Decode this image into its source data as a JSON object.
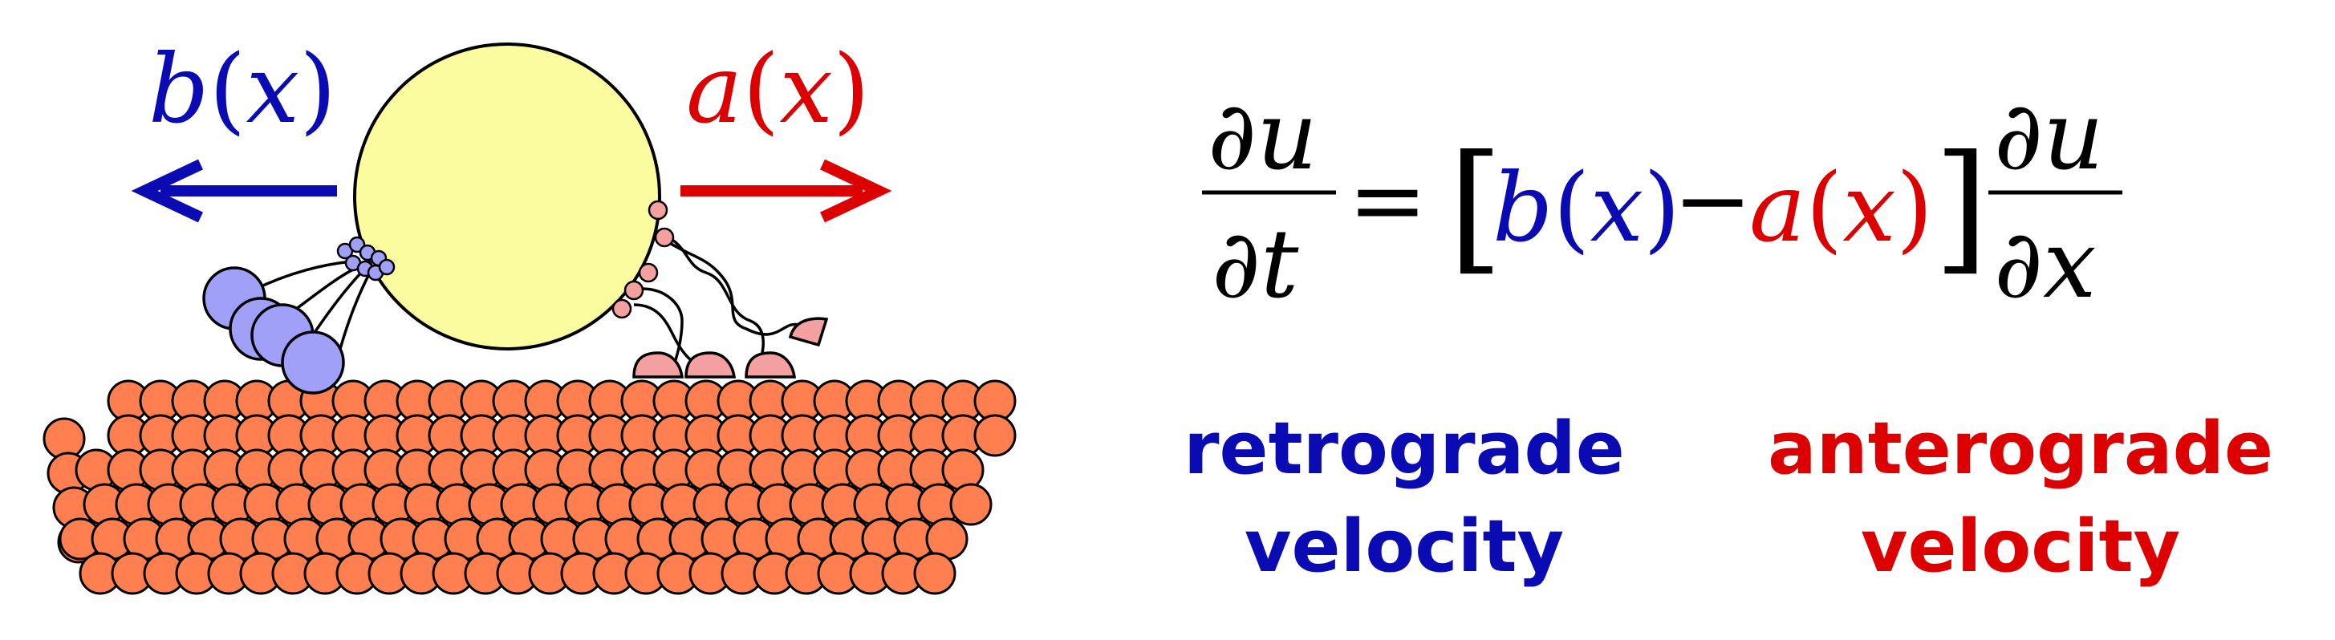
{
  "colors": {
    "retrograde": "#0b0bb4",
    "anterograde": "#dd0000",
    "cargo_fill": "#fbfba0",
    "microtubule_fill": "#ff7f50",
    "dynein_fill": "#a0a0f8",
    "kinesin_fill": "#f4a0a0",
    "ink": "#000000"
  },
  "diagram": {
    "left_arrow_label": {
      "func": "b",
      "var": "x"
    },
    "right_arrow_label": {
      "func": "a",
      "var": "x"
    },
    "cargo_icon": "cargo-vesicle",
    "track_icon": "microtubule-lattice",
    "left_motor_icon": "dynein-motor",
    "right_motor_icon": "kinesin-motor"
  },
  "equation": {
    "lhs_numerator": "∂u",
    "lhs_denominator": "∂t",
    "equals": "=",
    "open_bracket": "[",
    "b_term": {
      "func": "b",
      "var": "x"
    },
    "minus": "−",
    "a_term": {
      "func": "a",
      "var": "x"
    },
    "close_bracket": "]",
    "rhs_numerator": "∂u",
    "rhs_denominator": "∂x"
  },
  "labels": {
    "retrograde": {
      "line1": "retrograde",
      "line2": "velocity"
    },
    "anterograde": {
      "line1": "anterograde",
      "line2": "velocity"
    }
  }
}
